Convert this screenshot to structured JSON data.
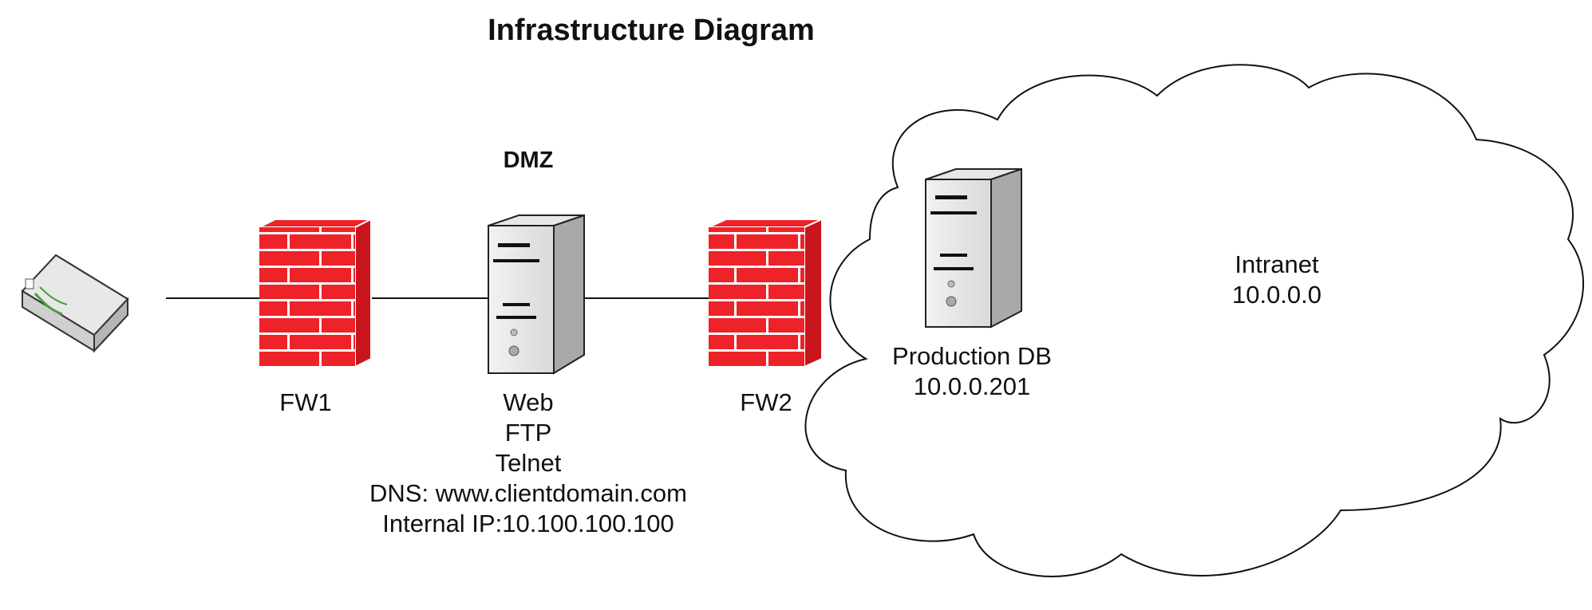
{
  "title": "Infrastructure Diagram",
  "zone_label": "DMZ",
  "nodes": {
    "router": {
      "icon": "router-icon"
    },
    "fw1": {
      "label": "FW1",
      "icon": "firewall-icon"
    },
    "web_server": {
      "icon": "server-icon",
      "lines": [
        "Web",
        "FTP",
        "Telnet",
        "DNS: www.clientdomain.com",
        "Internal IP:10.100.100.100"
      ]
    },
    "fw2": {
      "label": "FW2",
      "icon": "firewall-icon"
    },
    "production_db": {
      "icon": "server-icon",
      "lines": [
        "Production DB",
        "10.0.0.201"
      ]
    },
    "intranet": {
      "icon": "cloud-icon",
      "lines": [
        "Intranet",
        "10.0.0.0"
      ]
    }
  },
  "colors": {
    "firewall": "#ee2229",
    "firewall_mortar": "#ffffff",
    "server": "#d6d6d6",
    "line": "#111111"
  }
}
